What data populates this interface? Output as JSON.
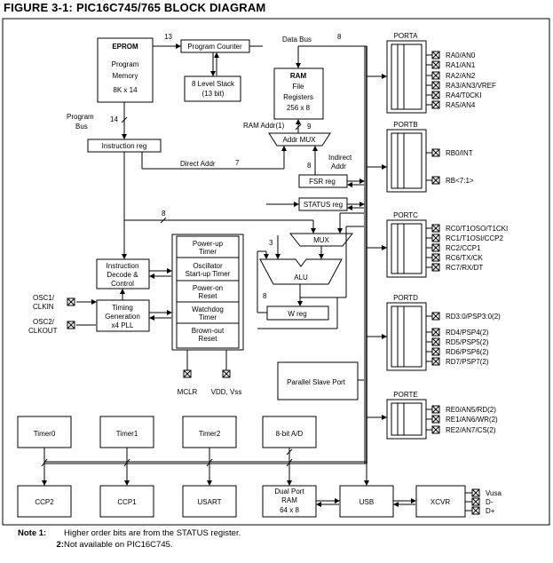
{
  "figure": {
    "label": "FIGURE 3-1:",
    "title": "PIC16C745/765 BLOCK DIAGRAM"
  },
  "blocks": {
    "eprom": {
      "title": "EPROM",
      "line1": "Program",
      "line2": "Memory",
      "line3": "8K x 14"
    },
    "program_counter": "Program Counter",
    "stack": {
      "line1": "8 Level Stack",
      "line2": "(13 bit)"
    },
    "ram": {
      "title": "RAM",
      "line1": "File",
      "line2": "Registers",
      "line3": "256 x 8"
    },
    "addr_mux": "Addr MUX",
    "instruction_reg": "Instruction reg",
    "fsr_reg": "FSR reg",
    "status_reg": "STATUS reg",
    "mux": "MUX",
    "alu": "ALU",
    "w_reg": "W reg",
    "instruction_decode": {
      "line1": "Instruction",
      "line2": "Decode &",
      "line3": "Control"
    },
    "timing": {
      "line1": "Timing",
      "line2": "Generation",
      "line3": "x4 PLL"
    },
    "power_up_timer": {
      "line1": "Power-up",
      "line2": "Timer"
    },
    "oscillator_startup": {
      "line1": "Oscillator",
      "line2": "Start-up Timer"
    },
    "power_on_reset": {
      "line1": "Power-on",
      "line2": "Reset"
    },
    "watchdog": {
      "line1": "Watchdog",
      "line2": "Timer"
    },
    "brown_out": {
      "line1": "Brown-out",
      "line2": "Reset"
    },
    "parallel_slave_port": "Parallel Slave Port",
    "timer0": "Timer0",
    "timer1": "Timer1",
    "timer2": "Timer2",
    "ad": "8-bit A/D",
    "ccp2": "CCP2",
    "ccp1": "CCP1",
    "usart": "USART",
    "dual_port_ram": {
      "line1": "Dual Port",
      "line2": "RAM",
      "line3": "64 x 8"
    },
    "usb": "USB",
    "xcvr": "XCVR"
  },
  "labels": {
    "bus13": "13",
    "data_bus": "Data Bus",
    "bus8_top": "8",
    "program_bus_line1": "Program",
    "program_bus_line2": "Bus",
    "bus14": "14",
    "ram_addr": "RAM Addr(1)",
    "bus9": "9",
    "indirect_line1": "Indirect",
    "indirect_line2": "Addr",
    "bus8_fsr": "8",
    "direct_addr": "Direct Addr",
    "bus7": "7",
    "bus8_mid": "8",
    "bus3": "3",
    "bus8_w": "8",
    "osc1": "OSC1/",
    "clkin": "CLKIN",
    "osc2": "OSC2/",
    "clkout": "CLKOUT",
    "mclr": "MCLR",
    "vdd_vss": "VDD, Vss"
  },
  "ports": {
    "porta": {
      "name": "PORTA",
      "pins": [
        "RA0/AN0",
        "RA1/AN1",
        "RA2/AN2",
        "RA3/AN3/VREF",
        "RA4/T0CKI",
        "RA5/AN4"
      ]
    },
    "portb": {
      "name": "PORTB",
      "pins": [
        "RB0/INT",
        "RB<7:1>"
      ]
    },
    "portc": {
      "name": "PORTC",
      "pins": [
        "RC0/T1OSO/T1CKI",
        "RC1/T1OSI/CCP2",
        "RC2/CCP1",
        "RC6/TX/CK",
        "RC7/RX/DT"
      ]
    },
    "portd": {
      "name": "PORTD",
      "pins": [
        "RD3:0/PSP3:0(2)",
        "RD4/PSP4(2)",
        "RD5/PSP5(2)",
        "RD6/PSP6(2)",
        "RD7/PSP7(2)"
      ]
    },
    "porte": {
      "name": "PORTE",
      "pins": [
        "RE0/AN5/RD(2)",
        "RE1/AN6/WR(2)",
        "RE2/AN7/CS(2)"
      ]
    },
    "usb_pins": [
      "Vusa",
      "D-",
      "D+"
    ]
  },
  "notes": {
    "label": "Note",
    "n1": "1:",
    "t1": "Higher order bits are from the STATUS register.",
    "n2": "2:",
    "t2": "Not available on PIC16C745."
  }
}
